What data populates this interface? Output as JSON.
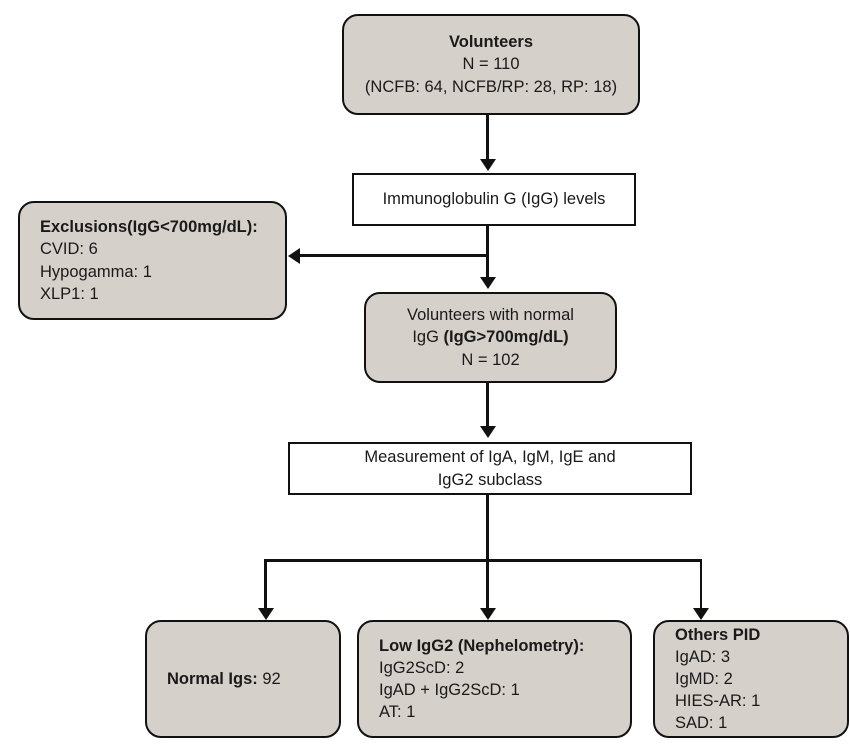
{
  "diagram": {
    "title": "Study enrollment and immunoglobulin screening flowchart",
    "colors": {
      "node_fill": "#D6D0CA",
      "node_plain_fill": "#FFFFFF",
      "stroke": "#111111",
      "background": "#FFFFFF"
    },
    "nodes": {
      "volunteers": {
        "name": "Volunteers",
        "line1": "Volunteers",
        "line2": "N = 110",
        "line3": "(NCFB: 64, NCFB/RP: 28, RP: 18)",
        "total": 110,
        "groups": [
          {
            "label": "NCFB",
            "count": 64
          },
          {
            "label": "NCFB/RP",
            "count": 28
          },
          {
            "label": "RP",
            "count": 18
          }
        ]
      },
      "igg_levels": {
        "line1": "Immunoglobulin G (IgG) levels"
      },
      "exclusions": {
        "heading": "Exclusions(IgG<700mg/dL):",
        "items": [
          "CVID: 6",
          "Hypogamma: 1",
          "XLP1: 1"
        ]
      },
      "normal_igg": {
        "line1": "Volunteers with normal",
        "line2_plain": "IgG ",
        "line2_bold": "(IgG>700mg/dL)",
        "line3": "N = 102",
        "total": 102
      },
      "measurement": {
        "line1": "Measurement of IgA, IgM, IgE and",
        "line2": "IgG2 subclass"
      },
      "normal_igs": {
        "label": "Normal Igs:",
        "value": "92"
      },
      "low_igg2": {
        "heading": "Low IgG2 (Nephelometry):",
        "items": [
          "IgG2ScD: 2",
          "IgAD + IgG2ScD: 1",
          "AT: 1"
        ]
      },
      "others_pid": {
        "heading": "Others PID",
        "items": [
          "IgAD: 3",
          "IgMD: 2",
          "HIES-AR: 1",
          "SAD: 1"
        ]
      }
    }
  }
}
